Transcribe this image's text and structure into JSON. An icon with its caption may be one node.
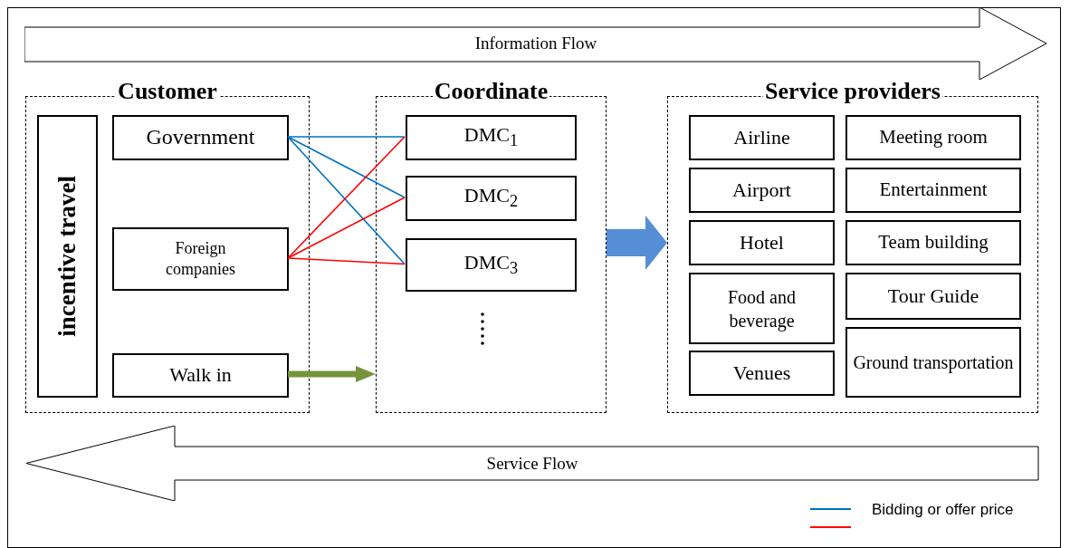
{
  "diagram": {
    "nodes": [
      {
        "text": [
          "Information Flow"
        ]
      },
      {
        "text": [
          "Customer"
        ]
      },
      {
        "text": [
          "incentive travel"
        ],
        "in": 1
      },
      {
        "text": [
          "Government"
        ],
        "in": 1
      },
      {
        "text": [
          "Foreign companies"
        ],
        "in": 1
      },
      {
        "text": [
          "Walk in"
        ],
        "in": 1
      },
      {
        "text": [
          "Coordinate"
        ]
      },
      {
        "text": [
          "DMC$_{1}$"
        ],
        "in": 6
      },
      {
        "text": [
          "DMC$_{2}$"
        ],
        "in": 6
      },
      {
        "text": [
          "DMC$_{3}$"
        ],
        "in": 6
      },
      {
        "text": [
          "Service providers"
        ]
      },
      {
        "text": [
          "Airline"
        ],
        "in": 10
      },
      {
        "text": [
          "Meeting room"
        ],
        "in": 10
      },
      {
        "text": [
          "Airport"
        ],
        "in": 10
      },
      {
        "text": [
          "Entertainment"
        ],
        "in": 10
      },
      {
        "text": [
          "Hotel"
        ],
        "in": 10
      },
      {
        "text": [
          "Team building"
        ],
        "in": 10
      },
      {
        "text": [
          "Food and beverage"
        ],
        "in": 10
      },
      {
        "text": [
          "Tour Guide"
        ],
        "in": 10
      },
      {
        "text": [
          "Venues"
        ],
        "in": 10
      },
      {
        "text": [
          "Ground transportation"
        ],
        "in": 10
      },
      {
        "text": [
          "Service Flow"
        ]
      }
    ],
    "edges": [
      {
        "from": 3,
        "to": 7,
        "arrow": "none",
        "color": "#0070c0"
      },
      {
        "from": 3,
        "to": 8,
        "arrow": "none",
        "color": "#0070c0"
      },
      {
        "from": 3,
        "to": 9,
        "arrow": "none",
        "color": "#0070c0"
      },
      {
        "from": 4,
        "to": 7,
        "arrow": "none",
        "color": "#ff0000"
      },
      {
        "from": 4,
        "to": 8,
        "arrow": "none",
        "color": "#ff0000"
      },
      {
        "from": 4,
        "to": 9,
        "arrow": "none",
        "color": "#ff0000"
      },
      {
        "from": 5,
        "to": 6,
        "arrow": "to",
        "style": "thick",
        "color": "#77933c"
      },
      {
        "from": 6,
        "to": 10,
        "arrow": "to",
        "style": "thick",
        "color": "#558ed5"
      }
    ],
    "legend": [
      {
        "text": "Bidding or offer price"
      }
    ]
  }
}
